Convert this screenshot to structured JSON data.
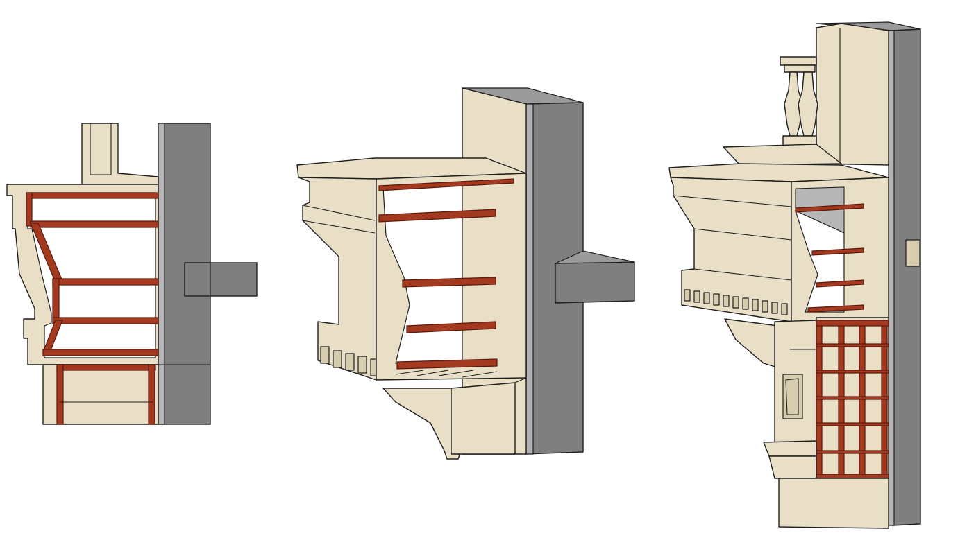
{
  "colors": {
    "stone": "#e9dfc7",
    "stone_shade": "#d8ccae",
    "wall": "#7f7f7f",
    "wall_side": "#b3b3b3",
    "wall_top": "#9a9a9a",
    "steel": "#a33a1f",
    "steel_edge": "#5a1a0c",
    "outline": "#1e1e1e"
  },
  "figures": [
    {
      "id": "section-view",
      "kind": "2d cross-section of cornice with reinforcement"
    },
    {
      "id": "cutaway-view",
      "kind": "3d cutaway of cornice block anchored to wall"
    },
    {
      "id": "full-assembly-view",
      "kind": "3d assembly of cornice, balustrade and pilaster with reinforcement cage"
    }
  ]
}
